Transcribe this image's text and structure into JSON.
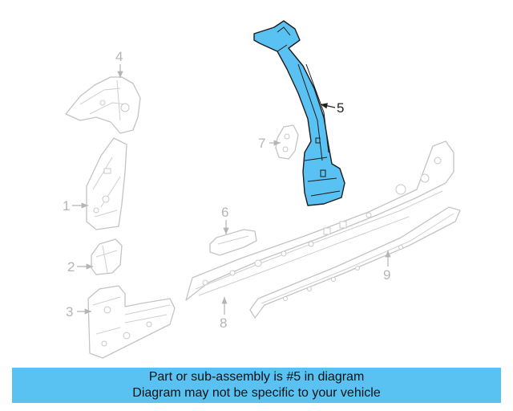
{
  "highlight_color": "#59c2f2",
  "callouts": {
    "c1": "1",
    "c2": "2",
    "c3": "3",
    "c4": "4",
    "c5": "5",
    "c6": "6",
    "c7": "7",
    "c8": "8",
    "c9": "9"
  },
  "highlighted_part": "5",
  "banner": {
    "line1": "Part or sub-assembly is #5 in diagram",
    "line2": "Diagram may not be specific to your vehicle"
  }
}
